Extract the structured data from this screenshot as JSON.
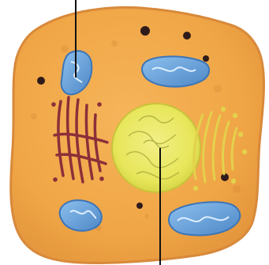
{
  "diagram": {
    "labels": [],
    "colors": {
      "cytoplasm": "#F0A646",
      "membrane": "#D8893A",
      "nucleus": "#E7E65A",
      "mitochondria": "#6FA9DC",
      "golgi": "#E4D14C",
      "er": "#8C2F39",
      "granule": "#2F1B1A",
      "leader_line": "#111111"
    },
    "structures": [
      "cell-membrane",
      "cytoplasm",
      "nucleus",
      "mitochondrion",
      "golgi-apparatus",
      "endoplasmic-reticulum",
      "cytoplasmic-granules"
    ]
  }
}
